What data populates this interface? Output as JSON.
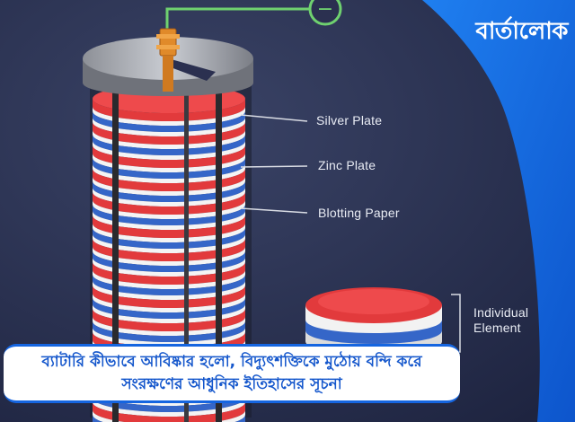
{
  "brand": {
    "logo_text": "বার্তালোক"
  },
  "diagram": {
    "labels": {
      "silver_plate": "Silver Plate",
      "zinc_plate": "Zinc Plate",
      "blotting_paper": "Blotting Paper",
      "individual_element": "Individual Element"
    },
    "colors": {
      "silver": "#e23a3c",
      "zinc": "#3566c8",
      "paper": "#f4f4f4",
      "terminal": "#e08a2a",
      "wire": "#6fd16f",
      "background": "#2a3150",
      "accent_blue": "#1565e0"
    },
    "terminal_symbol": "−"
  },
  "caption": {
    "text": "ব্যাটারি কীভাবে আবিষ্কার হলো, বিদ্যুৎশক্তিকে মুঠোয় বন্দি করে সংরক্ষণের আধুনিক ইতিহাসের সূচনা"
  }
}
